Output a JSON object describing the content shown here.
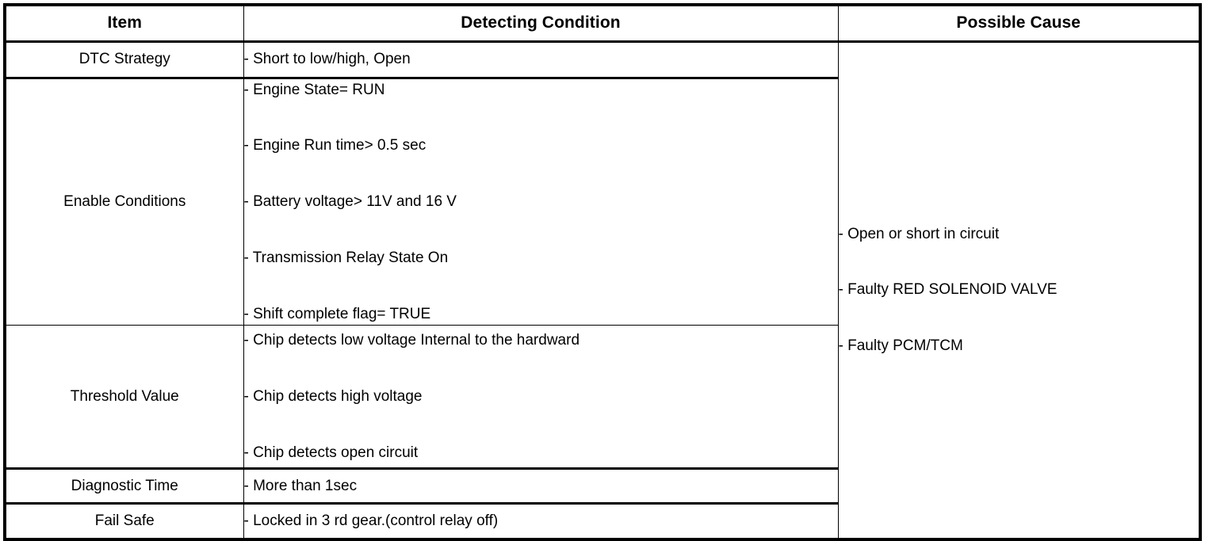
{
  "table": {
    "columns": [
      {
        "id": "item",
        "header": "Item"
      },
      {
        "id": "cond",
        "header": "Detecting Condition"
      },
      {
        "id": "cause",
        "header": "Possible Cause"
      }
    ],
    "rows": [
      {
        "id": "dtc-strategy",
        "item": "DTC Strategy",
        "conditions": [
          "- Short to low/high, Open"
        ]
      },
      {
        "id": "enable-conditions",
        "item": "Enable Conditions",
        "conditions": [
          "- Engine State= RUN",
          "- Engine Run time> 0.5 sec",
          "- Battery voltage> 11V and 16 V",
          "- Transmission Relay State On",
          "- Shift complete flag= TRUE"
        ]
      },
      {
        "id": "threshold-value",
        "item": "Threshold Value",
        "conditions": [
          "- Chip detects low voltage Internal to the hardward",
          "- Chip detects high voltage",
          "- Chip detects open circuit"
        ]
      },
      {
        "id": "diagnostic-time",
        "item": "Diagnostic Time",
        "conditions": [
          "- More than 1sec"
        ]
      },
      {
        "id": "fail-safe",
        "item": "Fail Safe",
        "conditions": [
          "- Locked in 3 rd gear.(control relay off)"
        ]
      }
    ],
    "possible_cause": [
      "- Open or short in circuit",
      "- Faulty RED SOLENOID VALVE",
      "- Faulty PCM/TCM"
    ]
  },
  "colors": {
    "border": "#000000",
    "text": "#000000",
    "background": "#ffffff"
  }
}
